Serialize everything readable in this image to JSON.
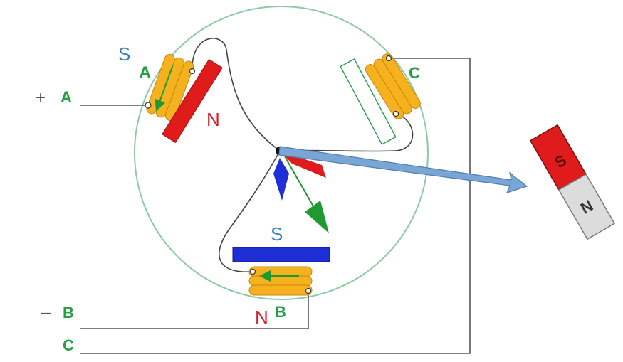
{
  "labels": {
    "pole_top_left": "N",
    "pole_top_left_south": "S",
    "pole_bottom": "S",
    "pole_bottom_north": "N",
    "coil_a_label": "A",
    "coil_b_label": "B",
    "coil_c_label": "C",
    "terminal_a_sign": "+",
    "terminal_a": "A",
    "terminal_b_sign": "–",
    "terminal_b": "B",
    "terminal_c": "C",
    "magnet_south": "S",
    "magnet_north": "N"
  },
  "colors": {
    "circle": "#8fc9a3",
    "wire": "#555555",
    "coil": "#f5b21e",
    "coil_outline": "#c9860a",
    "red_pole": "#e01b1b",
    "blue_pole": "#1f2fd6",
    "green_label": "#22a045",
    "blue_label": "#3a7fc1",
    "red_label": "#d81e2a",
    "big_arrow": "#7aa6d6",
    "big_arrow_outline": "#4f7fb3",
    "vector_red": "#e01b1b",
    "vector_blue": "#1f2fd6",
    "vector_green": "#1f9a30",
    "magnet_grey": "#dcdcdc"
  }
}
